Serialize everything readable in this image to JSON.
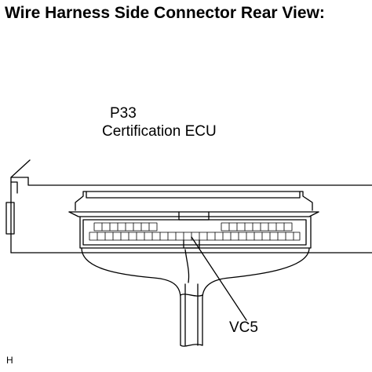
{
  "header": {
    "title": "Wire Harness Side Connector Rear View:"
  },
  "connector": {
    "code": "P33",
    "name": "Certification ECU"
  },
  "callout": {
    "terminal": "VC5"
  },
  "figure": {
    "letter": "H"
  }
}
